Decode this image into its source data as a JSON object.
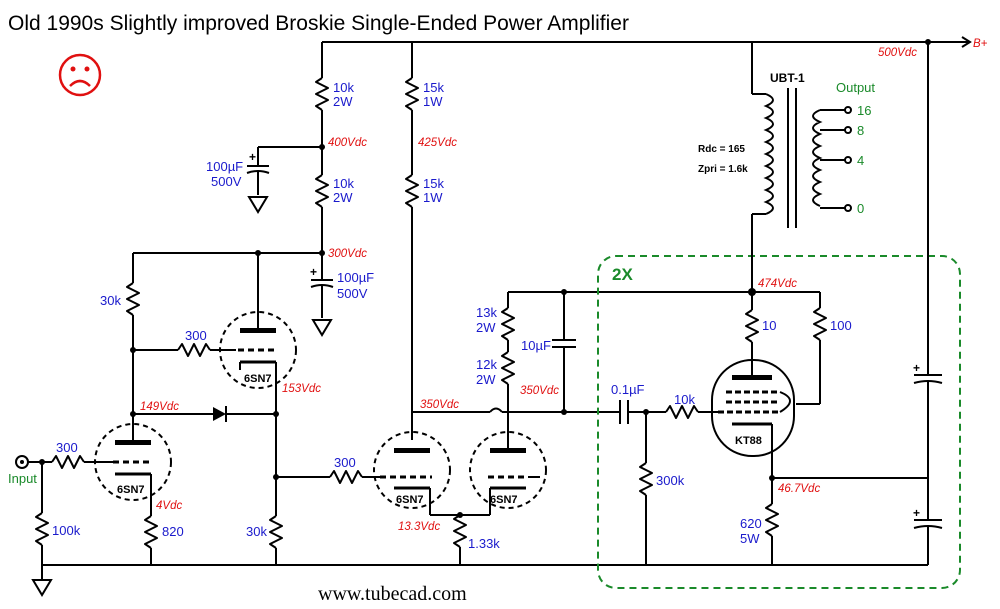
{
  "title": "Old 1990s Slightly improved Broskie Single-Ended Power Amplifier",
  "website": "www.tubecad.com",
  "colors": {
    "blue_text": "#1a1acc",
    "red_text": "#e01010",
    "green_text": "#1a8a2a",
    "frowny": "#e01010"
  },
  "icons": {
    "frowny": "frowny-face-icon"
  },
  "supply": {
    "label": "B+",
    "voltage": "500Vdc"
  },
  "transformer": {
    "name": "UBT-1",
    "rdc": "Rdc = 165",
    "zpri": "Zpri = 1.6k",
    "output_label": "Output",
    "taps": [
      "16",
      "8",
      "4",
      "0"
    ]
  },
  "box_label": "2X",
  "input_label": "Input",
  "tubes": {
    "t1": "6SN7",
    "t2": "6SN7",
    "t3": "6SN7",
    "t4": "6SN7",
    "t5": "KT88"
  },
  "resistors": {
    "r_10k_top_a": "10k",
    "r_10k_top_b": "2W",
    "r_10k_mid_a": "10k",
    "r_10k_mid_b": "2W",
    "r_15k_top_a": "15k",
    "r_15k_top_b": "1W",
    "r_15k_mid_a": "15k",
    "r_15k_mid_b": "1W",
    "r_30k_left": "30k",
    "r_300_fb": "300",
    "r_300_in": "300",
    "r_100k": "100k",
    "r_820": "820",
    "r_30k_bot": "30k",
    "r_300_mid": "300",
    "r_13k_a": "13k",
    "r_13k_b": "2W",
    "r_12k_a": "12k",
    "r_12k_b": "2W",
    "r_133k": "1.33k",
    "r_10k_grid": "10k",
    "r_300k": "300k",
    "r_10": "10",
    "r_100": "100",
    "r_620_a": "620",
    "r_620_b": "5W"
  },
  "capacitors": {
    "c1_a": "100µF",
    "c1_b": "500V",
    "c2_a": "100µF",
    "c2_b": "500V",
    "c3": "10µF",
    "c4": "0.1µF"
  },
  "voltages": {
    "v400": "400Vdc",
    "v425": "425Vdc",
    "v300": "300Vdc",
    "v149": "149Vdc",
    "v153": "153Vdc",
    "v4": "4Vdc",
    "v350a": "350Vdc",
    "v350b": "350Vdc",
    "v133": "13.3Vdc",
    "v474": "474Vdc",
    "v467": "46.7Vdc"
  }
}
